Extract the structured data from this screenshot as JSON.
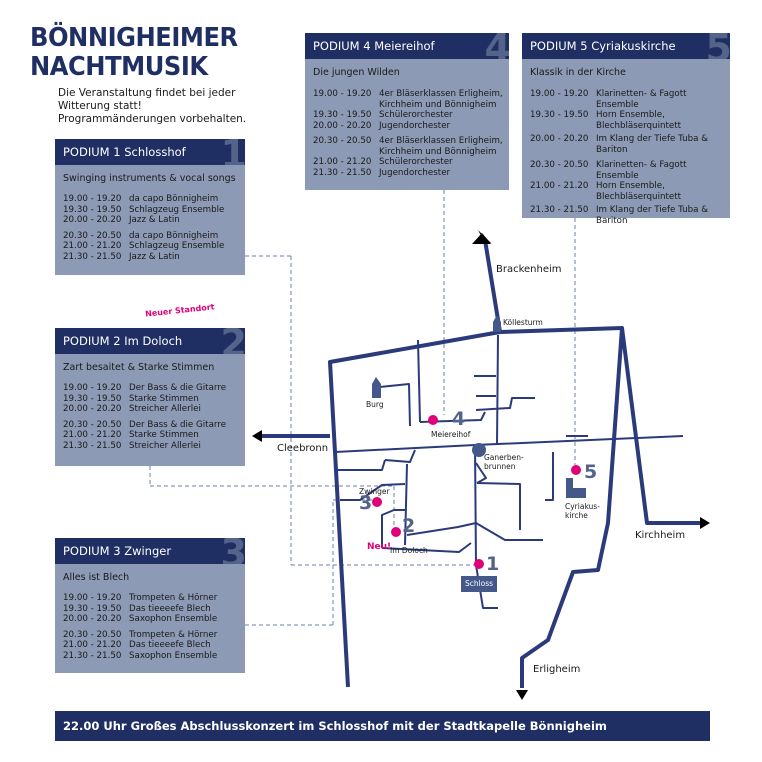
{
  "title": {
    "line1": "BÖNNIGHEIMER",
    "line2": "NACHTMUSIK"
  },
  "subtitle": [
    "Die Veranstaltung findet bei jeder",
    "Witterung statt!",
    "Programmänderungen vorbehalten."
  ],
  "podium1": {
    "title": "PODIUM 1 Schlosshof",
    "num": "1",
    "subtitle": "Swinging instruments & vocal songs",
    "schedule": [
      {
        "time": "19.00 -   19.20",
        "act": "da capo Bönnigheim"
      },
      {
        "time": "19.30 -   19.50",
        "act": "Schlagzeug Ensemble"
      },
      {
        "time": "20.00 -   20.20",
        "act": "Jazz & Latin"
      },
      {
        "time": "20.30 -   20.50",
        "act": "da capo Bönnigheim"
      },
      {
        "time": "21.00 -   21.20",
        "act": "Schlagzeug Ensemble"
      },
      {
        "time": "21.30 -   21.50",
        "act": "Jazz & Latin"
      }
    ]
  },
  "podium2": {
    "title": "PODIUM 2 Im Doloch",
    "num": "2",
    "subtitle": "Zart besaitet & Starke Stimmen",
    "badge": "Neuer Standort",
    "schedule": [
      {
        "time": "19.00 -   19.20",
        "act": "Der Bass & die Gitarre"
      },
      {
        "time": "19.30 -   19.50",
        "act": "Starke Stimmen"
      },
      {
        "time": "20.00 -   20.20",
        "act": "Streicher Allerlei"
      },
      {
        "time": "20.30 -   20.50",
        "act": "Der Bass & die Gitarre"
      },
      {
        "time": "21.00 -   21.20",
        "act": "Starke Stimmen"
      },
      {
        "time": "21.30 -   21.50",
        "act": "Streicher Allerlei"
      }
    ]
  },
  "podium3": {
    "title": "PODIUM 3 Zwinger",
    "num": "3",
    "subtitle": "Alles ist Blech",
    "schedule": [
      {
        "time": "19.00 -   19.20",
        "act": "Trompeten & Hörner"
      },
      {
        "time": "19.30 -   19.50",
        "act": "Das tieeeefe Blech"
      },
      {
        "time": "20.00 -   20.20",
        "act": "Saxophon Ensemble"
      },
      {
        "time": "20.30 -   20.50",
        "act": "Trompeten & Hörner"
      },
      {
        "time": "21.00 -   21.20",
        "act": "Das tieeeefe Blech"
      },
      {
        "time": "21.30 -   21.50",
        "act": "Saxophon Ensemble"
      }
    ]
  },
  "podium4": {
    "title": "PODIUM 4 Meiereihof",
    "num": "4",
    "subtitle": "Die jungen Wilden",
    "schedule": [
      {
        "time": "19.00 -   19.20",
        "act": "4er Bläserklassen Erligheim, Kirchheim und Bönnigheim"
      },
      {
        "time": "19.30 -   19.50",
        "act": "Schülerorchester"
      },
      {
        "time": "20.00 - 20.20",
        "act": "Jugendorchester"
      },
      {
        "time": "20.30 - 20.50",
        "act": "4er Bläserklassen Erligheim, Kirchheim und Bönnigheim"
      },
      {
        "time": "21.00 - 21.20",
        "act": "Schülerorchester"
      },
      {
        "time": "21.30 - 21.50",
        "act": "Jugendorchester"
      }
    ]
  },
  "podium5": {
    "title": "PODIUM 5 Cyriakuskirche",
    "num": "5",
    "subtitle": "Klassik in der Kirche",
    "schedule": [
      {
        "time": "19.00 -   19.20",
        "act": "Klarinetten- & Fagott Ensemble"
      },
      {
        "time": "19.30 -   19.50",
        "act": "Horn Ensemble, Blechbläserquintett"
      },
      {
        "time": "20.00 -   20.20",
        "act": "Im Klang der Tiefe Tuba & Bariton"
      },
      {
        "time": "20.30 -   20.50",
        "act": "Klarinetten- & Fagott Ensemble"
      },
      {
        "time": "21.00 -   21.20",
        "act": "Horn Ensemble, Blechbläserquintett"
      },
      {
        "time": "21.30 -   21.50",
        "act": "Im Klang der Tiefe Tuba & Bariton"
      }
    ]
  },
  "map": {
    "places": {
      "brackenheim": "Brackenheim",
      "cleebronn": "Cleebronn",
      "kirchheim": "Kirchheim",
      "erligheim": "Erligheim",
      "koellesturm": "Köllesturm",
      "burg": "Burg",
      "meiereihof": "Meiereihof",
      "ganerbenbrunnen": [
        "Ganerben-",
        "brunnen"
      ],
      "zwinger": "Zwinger",
      "im_doloch": "Im Doloch",
      "cyriakuskirche": [
        "Cyriakus-",
        "kirche"
      ],
      "schloss": "Schloss",
      "neu": "Neu!"
    },
    "markers": {
      "m1": "1",
      "m2": "2",
      "m3": "3",
      "m4": "4",
      "m5": "5"
    }
  },
  "footer": "22.00 Uhr   Großes Abschlusskonzert  im Schlosshof mit der Stadtkapelle Bönnigheim",
  "colors": {
    "navy": "#1f2f63",
    "panel": "#8d9ab5",
    "road": "#2b3a7a",
    "marker": "#e0007a",
    "numeral": "#54638a"
  }
}
